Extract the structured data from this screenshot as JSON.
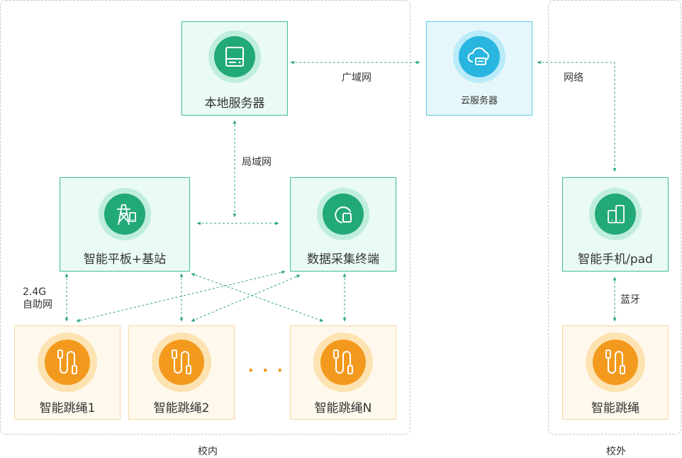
{
  "zones": {
    "campus": {
      "label": "校内"
    },
    "off_campus": {
      "label": "校外"
    }
  },
  "nodes": {
    "local_server": {
      "label": "本地服务器",
      "icon": "server-icon"
    },
    "cloud_server": {
      "label": "云服务器",
      "icon": "cloud-server-icon"
    },
    "tablet_base": {
      "label": "智能平板+基站",
      "icon": "tower-icon"
    },
    "data_terminal": {
      "label": "数据采集终端",
      "icon": "terminal-icon"
    },
    "phone_pad": {
      "label": "智能手机/pad",
      "icon": "phone-icon"
    },
    "rope_1": {
      "label": "智能跳绳1",
      "icon": "jump-rope-icon"
    },
    "rope_2": {
      "label": "智能跳绳2",
      "icon": "jump-rope-icon"
    },
    "rope_n": {
      "label": "智能跳绳N",
      "icon": "jump-rope-icon"
    },
    "rope_home": {
      "label": "智能跳绳",
      "icon": "jump-rope-icon"
    }
  },
  "edges": {
    "wan": "广域网",
    "lan": "局域网",
    "network": "网络",
    "bluetooth": "蓝牙",
    "adhoc_line1": "2.4G",
    "adhoc_line2": "自助网"
  },
  "ellipsis": "• • •",
  "colors": {
    "green": "#22a978",
    "green_border": "#3fbf8f",
    "blue": "#28b5e0",
    "orange": "#f39a1e",
    "link": "#2ba57e"
  }
}
